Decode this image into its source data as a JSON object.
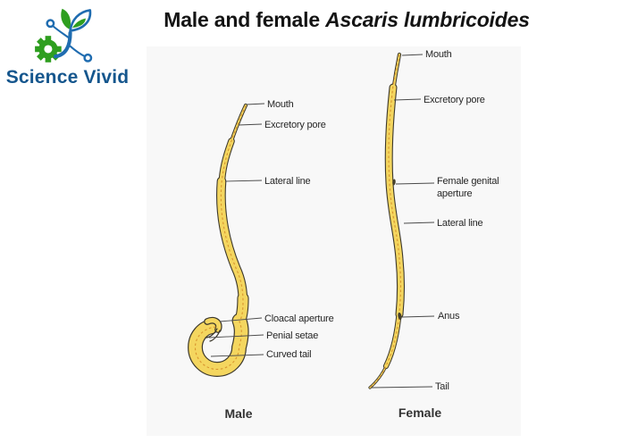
{
  "logo": {
    "name": "Science Vivid",
    "icon": "plant-gear-logo-icon",
    "colors": {
      "text_blue": "#15568d",
      "branch_blue": "#1f6cb0",
      "leaf_green": "#2e9e1f"
    }
  },
  "title": {
    "prefix": "Male and female ",
    "species": "Ascaris lumbricoides"
  },
  "diagram": {
    "male": {
      "caption": "Male",
      "labels": {
        "mouth": "Mouth",
        "excretory_pore": "Excretory pore",
        "lateral_line": "Lateral line",
        "cloacal_aperture": "Cloacal aperture",
        "penial_setae": "Penial setae",
        "curved_tail": "Curved tail"
      }
    },
    "female": {
      "caption": "Female",
      "labels": {
        "mouth": "Mouth",
        "excretory_pore": "Excretory pore",
        "genital_line1": "Female genital",
        "genital_line2": "aperture",
        "lateral_line": "Lateral line",
        "anus": "Anus",
        "tail": "Tail"
      }
    },
    "colors": {
      "panel_bg": "#f8f8f8",
      "body_fill": "#f4d65f",
      "body_outline": "#3c382c",
      "inner_dashed_line": "#d8952f",
      "label_line": "#4a4a4a",
      "label_text": "#262626"
    }
  }
}
